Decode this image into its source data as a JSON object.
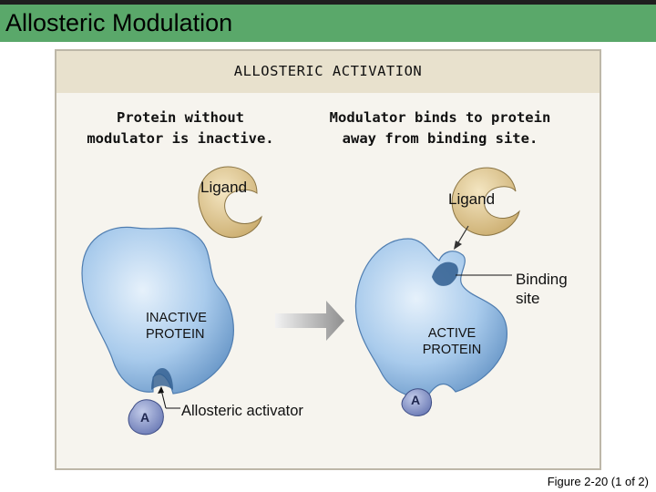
{
  "slide_title": "Allosteric Modulation",
  "panel": {
    "heading": "ALLOSTERIC ACTIVATION",
    "left_caption": [
      "Protein without",
      "modulator is inactive."
    ],
    "right_caption": [
      "Modulator binds to protein",
      "away from binding site."
    ]
  },
  "labels": {
    "ligand_left": "Ligand",
    "ligand_right": "Ligand",
    "binding_site": [
      "Binding",
      "site"
    ],
    "inactive_protein": [
      "INACTIVE",
      "PROTEIN"
    ],
    "active_protein": [
      "ACTIVE",
      "PROTEIN"
    ],
    "allosteric_activator": "Allosteric activator",
    "modulator_left": "A",
    "modulator_right": "A"
  },
  "colors": {
    "title_bar": "#5aa86a",
    "protein": "#9cc2e6",
    "ligand": "#d9c08a",
    "modulator": "#7f8fc6",
    "arrow": "#9a9a9a"
  },
  "figure_ref": "Figure 2-20 (1 of 2)"
}
